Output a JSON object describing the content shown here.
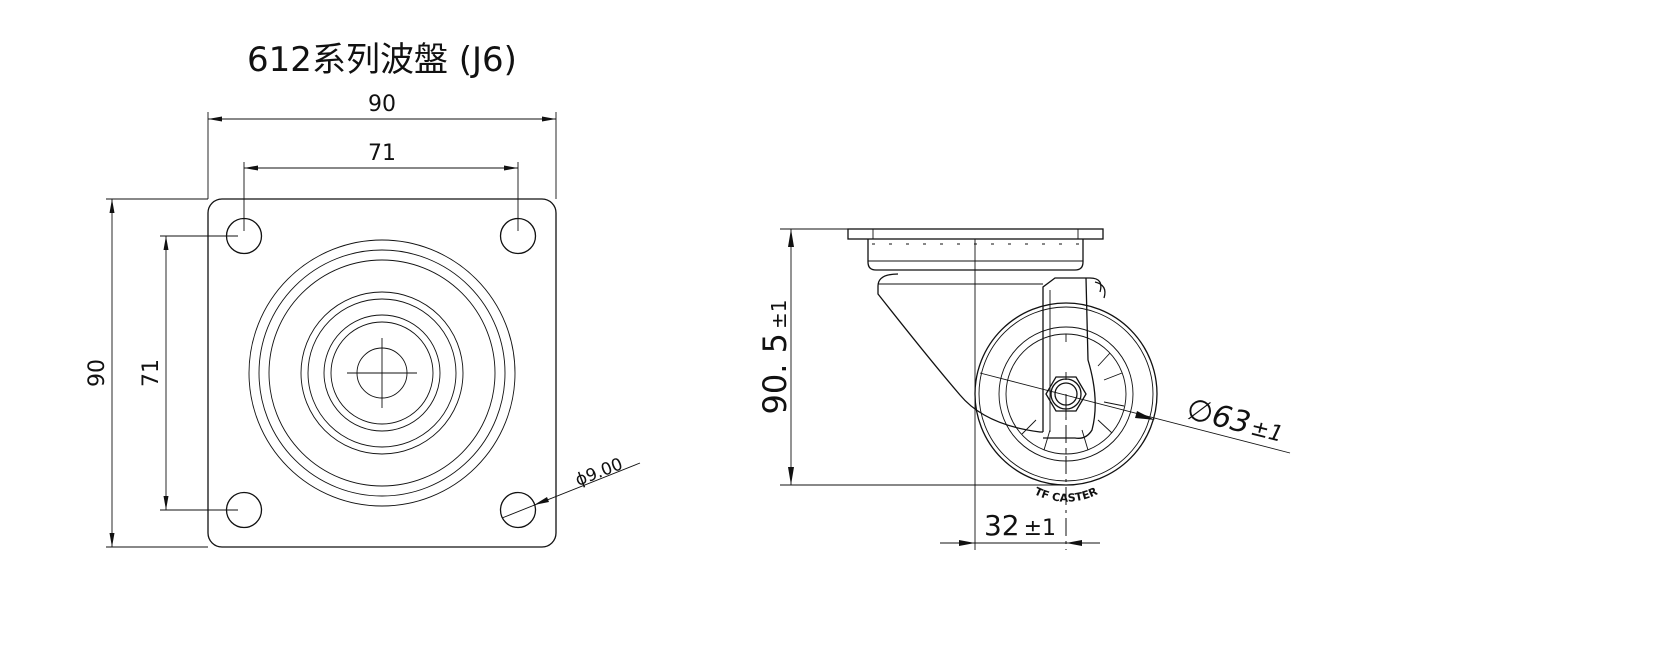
{
  "title": "612系列波盤 (J6)",
  "top_view": {
    "width_dim": "90",
    "hole_spacing_x_dim": "71",
    "height_dim": "90",
    "hole_spacing_y_dim": "71",
    "hole_diameter_dim": "ϕ9.00"
  },
  "side_view": {
    "height_dim": "90. 5",
    "height_tol": "±1",
    "wheel_diameter_symbol": "∅",
    "wheel_diameter_dim": "63",
    "wheel_diameter_tol": "±1",
    "offset_dim": "32",
    "offset_tol": "±1",
    "wheel_brand": "TF CASTER"
  }
}
